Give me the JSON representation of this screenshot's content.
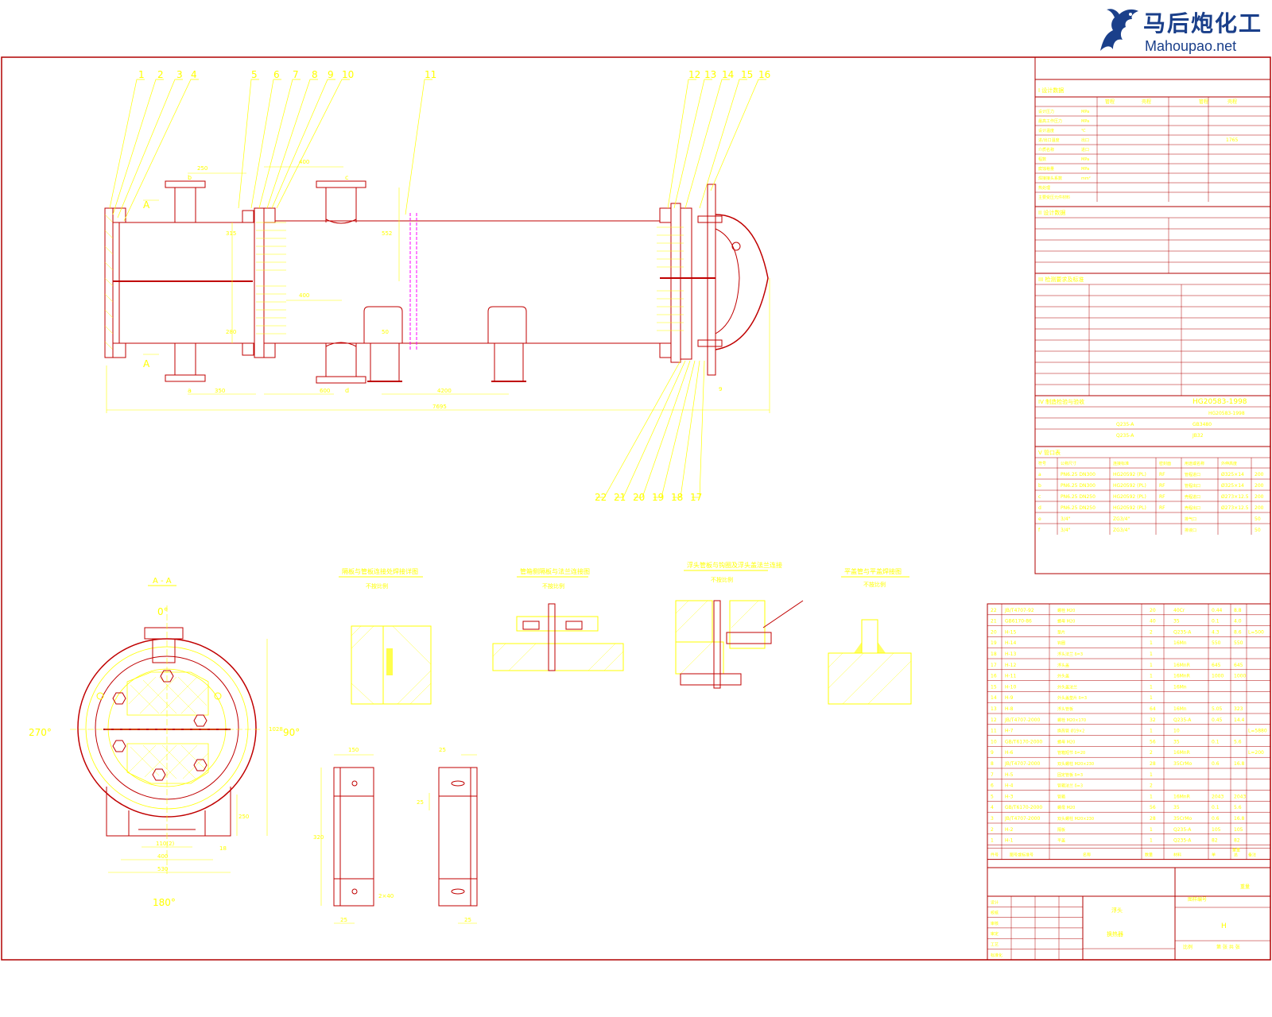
{
  "logo": {
    "cn": "马后炮化工",
    "en": "Mahoupao.net"
  },
  "colors": {
    "border": "#b00000",
    "line": "#ffff00",
    "outline": "#c00000",
    "center": "#ff00ff",
    "logo": "#1a3f8a"
  },
  "main_view": {
    "callouts_top": [
      "1",
      "2",
      "3",
      "4",
      "5",
      "6",
      "7",
      "8",
      "9",
      "10",
      "11",
      "12",
      "13",
      "14",
      "15",
      "16"
    ],
    "callouts_bottom": [
      "22",
      "21",
      "20",
      "19",
      "18",
      "17"
    ],
    "section_mark": "A",
    "dims": {
      "d250": "250",
      "d400_top": "400",
      "d400_mid": "400",
      "d600": "600",
      "d4200": "4200",
      "d7695": "7695",
      "d350": "350",
      "d315": "315",
      "d280": "280",
      "d552": "552",
      "d50": "50",
      "d9": "9"
    },
    "nozzles": {
      "b": "b",
      "c": "c",
      "d": "d",
      "a": "a"
    }
  },
  "section_view": {
    "title": "A - A",
    "angles": [
      "0°",
      "90°",
      "180°",
      "270°"
    ],
    "dims": {
      "d400": "400",
      "d530": "530",
      "d1028": "1028",
      "d250": "250",
      "d110": "110(2)",
      "d18": "18"
    }
  },
  "details": {
    "d1": {
      "title": "隔板与管板连接处焊接详图",
      "scale": "不按比例"
    },
    "d2": {
      "title": "管箱侧隔板与法兰连接图",
      "scale": "不按比例"
    },
    "d3": {
      "title": "浮头管板与钩圈及浮头盖法兰连接",
      "scale": "不按比例"
    },
    "d4": {
      "title": "平盖管与平盖焊接图",
      "scale": "不按比例"
    }
  },
  "saddles": {
    "s1_dims": {
      "w": "150",
      "h": "320",
      "b": "25",
      "n": "2×40"
    },
    "s2_dims": {
      "w": "25",
      "h": "25",
      "b": "25"
    }
  },
  "spec_table": {
    "sections": [
      {
        "id": "I",
        "title": "设计数据"
      },
      {
        "id": "II",
        "title": "设计数据"
      },
      {
        "id": "III",
        "title": "检测要求及标准"
      },
      {
        "id": "IV",
        "title": "制造检验与验收"
      },
      {
        "id": "V",
        "title": "管口表"
      }
    ],
    "header_cols": [
      "管程",
      "壳程",
      "管程",
      "壳程"
    ],
    "param_rows": [
      {
        "a": "设计压力",
        "u": "MPa"
      },
      {
        "a": "最高工作压力",
        "u": "MPa"
      },
      {
        "a": "设计温度",
        "u": "℃"
      },
      {
        "a": "进/出口温度",
        "u": "出口",
        "c": "1765"
      },
      {
        "a": "介质名称",
        "u": "进口"
      },
      {
        "a": "程数",
        "u": "MPa"
      },
      {
        "a": "腐蚀裕量",
        "u": "MPa"
      },
      {
        "a": "焊接接头系数",
        "u": "mm²"
      },
      {
        "a": "热处理"
      },
      {
        "a": "主要受压元件材料"
      }
    ],
    "std_text": "HG20583-1998",
    "std_text2": "HG20583-1998",
    "material_rows": [
      {
        "a": "Q235-A",
        "b": "GB3480"
      },
      {
        "a": "Q235-A",
        "b": "JB32"
      }
    ],
    "nozzle_header": [
      "符号",
      "公称尺寸",
      "连接标准",
      "密封面",
      "用途或名称",
      "外伸高度"
    ],
    "nozzles": [
      {
        "s": "a",
        "n": "PN6.25 DN300",
        "std": "HG20592 (PL)",
        "f": "RF",
        "use": "管程进口",
        "o": "Ø325×14",
        "h": "200"
      },
      {
        "s": "b",
        "n": "PN6.25 DN300",
        "std": "HG20592 (PL)",
        "f": "RF",
        "use": "管程出口",
        "o": "Ø325×14",
        "h": "200"
      },
      {
        "s": "c",
        "n": "PN6.25 DN250",
        "std": "HG20592 (PL)",
        "f": "RF",
        "use": "壳程进口",
        "o": "Ø273×12.5",
        "h": "200"
      },
      {
        "s": "d",
        "n": "PN6.25 DN250",
        "std": "HG20592 (PL)",
        "f": "RF",
        "use": "壳程出口",
        "o": "Ø273×12.5",
        "h": "200"
      },
      {
        "s": "e",
        "n": "3/4\"",
        "std": "ZG3/4\"",
        "f": "",
        "use": "排气口",
        "o": "",
        "h": "50"
      },
      {
        "s": "f",
        "n": "3/4\"",
        "std": "ZG3/4\"",
        "f": "",
        "use": "排液口",
        "o": "",
        "h": "50"
      }
    ]
  },
  "bom": {
    "rows": [
      {
        "no": "22",
        "code": "JB/T4707-92",
        "name": "螺栓 M20",
        "qty": "20",
        "mat": "40Cr",
        "w1": "0.44",
        "w2": "8.8"
      },
      {
        "no": "21",
        "code": "GB6170-86",
        "name": "螺母 M20",
        "qty": "40",
        "mat": "35",
        "w1": "0.1",
        "w2": "4.0"
      },
      {
        "no": "20",
        "code": "H-15",
        "name": "垫片",
        "qty": "2",
        "mat": "Q235-A",
        "w1": "4.3",
        "w2": "8.6",
        "r": "L=500"
      },
      {
        "no": "19",
        "code": "H-14",
        "name": "钩圈",
        "qty": "1",
        "mat": "16Mn",
        "w1": "550",
        "w2": "550"
      },
      {
        "no": "18",
        "code": "H-13",
        "name": "浮头法兰 δ=3",
        "qty": "1",
        "mat": "",
        "w1": "",
        "w2": ""
      },
      {
        "no": "17",
        "code": "H-12",
        "name": "浮头盖",
        "qty": "1",
        "mat": "16MnR",
        "w1": "645",
        "w2": "645"
      },
      {
        "no": "16",
        "code": "H-11",
        "name": "外头盖",
        "qty": "1",
        "mat": "16MnR",
        "w1": "1000",
        "w2": "1000"
      },
      {
        "no": "15",
        "code": "H-10",
        "name": "外头盖法兰",
        "qty": "1",
        "mat": "16Mn",
        "w1": "",
        "w2": ""
      },
      {
        "no": "14",
        "code": "H-9",
        "name": "外头盖垫片 δ=3",
        "qty": "1",
        "mat": "",
        "w1": "",
        "w2": ""
      },
      {
        "no": "13",
        "code": "H-8",
        "name": "浮头管板",
        "qty": "64",
        "mat": "16Mn",
        "w1": "5.05",
        "w2": "323"
      },
      {
        "no": "12",
        "code": "JB/T4707-2000",
        "name": "螺栓 M20×170",
        "qty": "32",
        "mat": "Q235-A",
        "w1": "0.45",
        "w2": "14.4"
      },
      {
        "no": "11",
        "code": "H-7",
        "name": "换热管 Ø19×2",
        "qty": "1",
        "mat": "10",
        "w1": "",
        "w2": "",
        "r": "L=5880"
      },
      {
        "no": "10",
        "code": "GB/T6170-2000",
        "name": "螺母 M20",
        "qty": "56",
        "mat": "35",
        "w1": "0.1",
        "w2": "5.6"
      },
      {
        "no": "9",
        "code": "H-6",
        "name": "管箱短节 δ=20",
        "qty": "2",
        "mat": "16MnR",
        "w1": "",
        "w2": "",
        "r": "L=200"
      },
      {
        "no": "8",
        "code": "JB/T4707-2000",
        "name": "双头螺柱 M20×230",
        "qty": "28",
        "mat": "35CrMo",
        "w1": "0.6",
        "w2": "16.8"
      },
      {
        "no": "7",
        "code": "H-5",
        "name": "固定管板 δ=3",
        "qty": "1",
        "mat": "",
        "w1": "",
        "w2": ""
      },
      {
        "no": "6",
        "code": "H-4",
        "name": "管箱法兰 δ=3",
        "qty": "2",
        "mat": "",
        "w1": "",
        "w2": ""
      },
      {
        "no": "5",
        "code": "H-3",
        "name": "管箱",
        "qty": "1",
        "mat": "16MnR",
        "w1": "2043",
        "w2": "2043"
      },
      {
        "no": "4",
        "code": "GB/T6170-2000",
        "name": "螺母 M20",
        "qty": "56",
        "mat": "35",
        "w1": "0.1",
        "w2": "5.6"
      },
      {
        "no": "3",
        "code": "JB/T4707-2000",
        "name": "双头螺柱 M20×230",
        "qty": "28",
        "mat": "35CrMo",
        "w1": "0.6",
        "w2": "16.8"
      },
      {
        "no": "2",
        "code": "H-2",
        "name": "隔板",
        "qty": "1",
        "mat": "Q235-A",
        "w1": "105",
        "w2": "105"
      },
      {
        "no": "1",
        "code": "H-1",
        "name": "平盖",
        "qty": "1",
        "mat": "Q235-A",
        "w1": "82",
        "w2": "82"
      }
    ],
    "header": [
      "件号",
      "图号或标准号",
      "名称",
      "数量",
      "材料",
      "单",
      "总",
      "备注"
    ],
    "total_label": "重量"
  },
  "title_block": {
    "rows": [
      "设计",
      "校核",
      "审核",
      "审定",
      "工艺",
      "标准化"
    ],
    "center_a": "浮头",
    "center_b": "换热器",
    "right_a": "图样编号",
    "right_b": "H",
    "scale": "比例",
    "sheet": "第 张 共 张",
    "weight_label": "重量"
  }
}
